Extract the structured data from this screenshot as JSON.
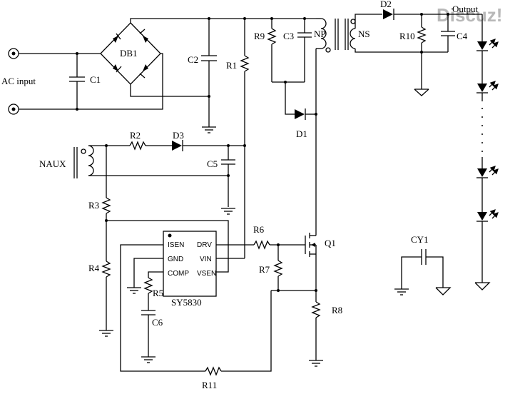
{
  "watermark": "Discuz!",
  "labels": {
    "ac_input": "AC input",
    "c1": "C1",
    "c2": "C2",
    "c3": "C3",
    "c4": "C4",
    "c5": "C5",
    "c6": "C6",
    "db1": "DB1",
    "r1": "R1",
    "r2": "R2",
    "r3": "R3",
    "r4": "R4",
    "r5": "R5",
    "r6": "R6",
    "r7": "R7",
    "r8": "R8",
    "r9": "R9",
    "r10": "R10",
    "r11": "R11",
    "d1": "D1",
    "d2": "D2",
    "d3": "D3",
    "np": "NP",
    "ns": "NS",
    "naux": "NAUX",
    "q1": "Q1",
    "cy1": "CY1",
    "output": "Output",
    "ic_name": "SY5830",
    "pin_isen": "ISEN",
    "pin_gnd": "GND",
    "pin_comp": "COMP",
    "pin_drv": "DRV",
    "pin_vin": "VIN",
    "pin_vsen": "VSEN"
  }
}
